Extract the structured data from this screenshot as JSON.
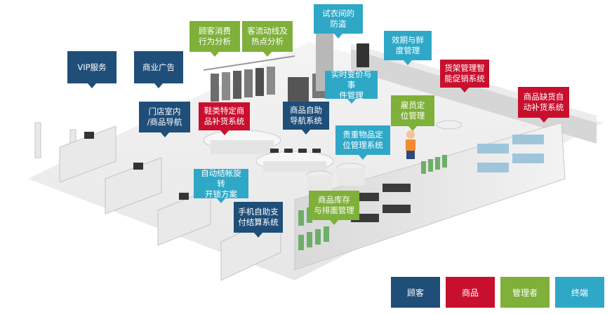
{
  "colors": {
    "customer": "#1f4e79",
    "product": "#c8102e",
    "manager": "#7fb03a",
    "terminal": "#2fa8c8"
  },
  "callouts": {
    "fitting_room_security": "试衣间的\n防盗",
    "customer_behavior": "顾客消费\n行为分析",
    "traffic_hotspot": "客流动线及\n热点分析",
    "shelf_life": "效期与鲜\n度管理",
    "vip_service": "VIP服务",
    "advertising": "商业广告",
    "realtime_price": "实时变价与事\n件管理",
    "shelf_promotion": "货架管理智\n能促销系统",
    "stockout_replenish": "商品缺货自\n动补货系统",
    "indoor_navigation": "门店室内\n/商品导航",
    "shoe_replenish": "鞋类特定商\n品补货系统",
    "product_self_nav": "商品自助\n导航系统",
    "staff_locating": "雇员定\n位管理",
    "valuables_locating": "贵重物品定\n位管理系统",
    "auto_checkout_gate": "自动结帐旋转\n开锁方案",
    "inventory_display": "商品库存\n与排面管理",
    "mobile_checkout": "手机自助支\n付结算系统"
  },
  "legend": {
    "customer": "顾客",
    "product": "商品",
    "manager": "管理者",
    "terminal": "终端"
  }
}
